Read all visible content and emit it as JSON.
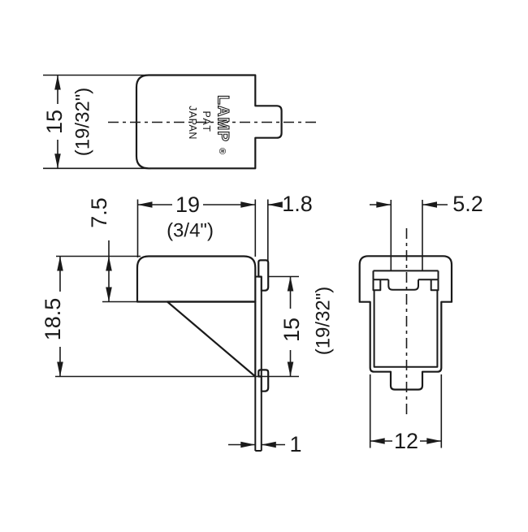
{
  "drawing": {
    "colors": {
      "part_fill": "#dbeaf6",
      "line": "#1a1a1a",
      "background": "#ffffff"
    },
    "top_view": {
      "brand": "LAMP",
      "registered_mark": "®",
      "patent": "PAT",
      "country": "JAPAN",
      "dim_height": "15",
      "dim_height_inch": "(19/32\")"
    },
    "front_view": {
      "dim_arm_length": "19",
      "dim_arm_length_inch": "(3/4\")",
      "dim_claw_offset": "1.8",
      "dim_arm_height": "7.5",
      "dim_total_height": "18.5",
      "dim_plate_height": "15",
      "dim_plate_height_inch": "(19/32\")",
      "dim_plate_thickness": "1"
    },
    "side_view": {
      "dim_tab_width": "5.2",
      "dim_body_width": "12"
    }
  }
}
